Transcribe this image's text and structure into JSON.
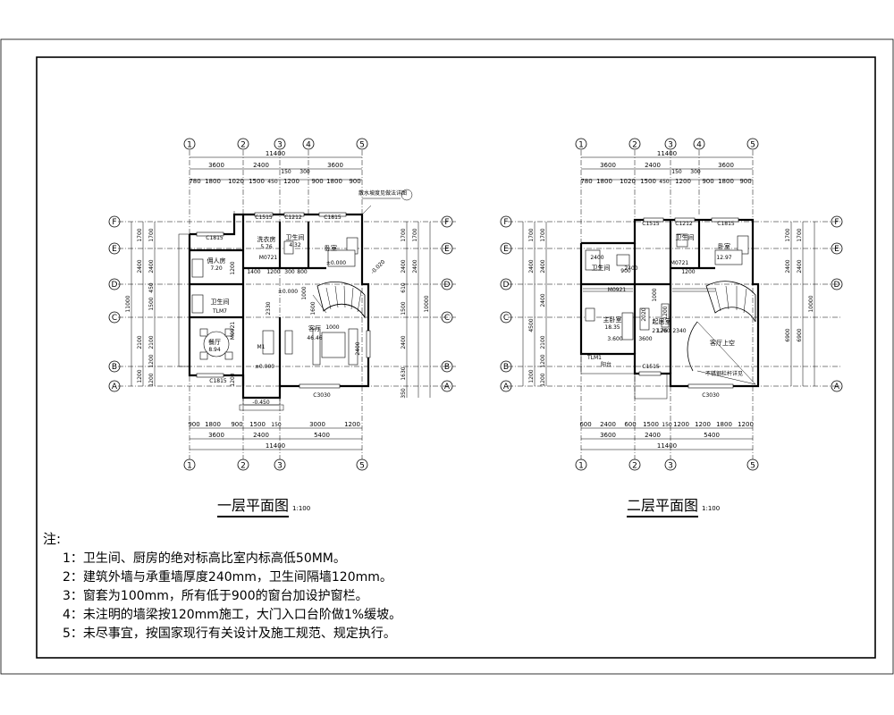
{
  "plan1": {
    "title": "一层平面图",
    "scale": "1:100",
    "grid_top": [
      "1",
      "2",
      "3",
      "4",
      "5"
    ],
    "grid_bottom": [
      "1",
      "2",
      "3",
      "5"
    ],
    "grid_rows": [
      "F",
      "E",
      "D",
      "C",
      "B",
      "A"
    ],
    "dim_total": "11400",
    "dim_top_major": [
      "3600",
      "2400",
      "3600"
    ],
    "dim_top_minor": [
      "780",
      "1800",
      "1020",
      "1500",
      "450",
      "1200",
      "900",
      "1800",
      "900"
    ],
    "dim_top_tiny": [
      "150",
      "300"
    ],
    "dim_bottom_minor": [
      "900",
      "1800",
      "900",
      "1500",
      "150",
      "3000",
      "1200"
    ],
    "dim_bottom_major": [
      "3600",
      "2400",
      "5400"
    ],
    "dim_left": [
      "1700",
      "2400",
      "2100",
      "1200"
    ],
    "dim_left2": [
      "1700",
      "2400",
      "450",
      "1500",
      "2100",
      "1200",
      "1200"
    ],
    "dim_left_total": "11000",
    "dim_right": [
      "1700",
      "2400",
      "610",
      "1500",
      "2400",
      "1630",
      "350"
    ],
    "dim_right_total": "10000",
    "rooms": [
      {
        "name": "洗衣房",
        "sub": "5.76"
      },
      {
        "name": "卫生间",
        "sub": "4.32"
      },
      {
        "name": "卧室",
        "sub": "±0.000"
      },
      {
        "name": "佣人房",
        "sub": "7.20"
      },
      {
        "name": "卫生间",
        "sub": ""
      },
      {
        "name": "餐厅",
        "sub": "8.94"
      },
      {
        "name": "客厅",
        "sub": "46.46"
      },
      {
        "name": "M1",
        "sub": "±0.000"
      }
    ],
    "labels": [
      "C1515",
      "C1212",
      "C1815",
      "C1815",
      "C1815",
      "C3030",
      "M0721",
      "M0921",
      "TLM7",
      "1400",
      "1200",
      "300",
      "800",
      "±0.000",
      "1000",
      "1600",
      "2330",
      "2400",
      "1000",
      "1200",
      "1200",
      "-0.450",
      "-0.020"
    ],
    "callout": "散水坡度见做法详图"
  },
  "plan2": {
    "title": "二层平面图",
    "scale": "1:100",
    "grid_top": [
      "1",
      "2",
      "3",
      "4",
      "5"
    ],
    "grid_bottom": [
      "1",
      "2",
      "3",
      "5"
    ],
    "grid_rows": [
      "F",
      "E",
      "D",
      "C",
      "B",
      "A"
    ],
    "dim_total": "11400",
    "dim_top_major": [
      "3600",
      "2400",
      "3600"
    ],
    "dim_top_minor": [
      "780",
      "1800",
      "1020",
      "1500",
      "450",
      "1200",
      "900",
      "1800",
      "900"
    ],
    "dim_top_tiny": [
      "150",
      "300"
    ],
    "dim_bottom_minor": [
      "600",
      "2400",
      "600",
      "1500",
      "150",
      "1200",
      "1200",
      "1800",
      "1200"
    ],
    "dim_bottom_major": [
      "3600",
      "2400",
      "5400"
    ],
    "dim_left": [
      "1700",
      "2400",
      "4500",
      "1200"
    ],
    "dim_left2": [
      "1700",
      "2400",
      "2400",
      "2100",
      "1200",
      "1200"
    ],
    "dim_right": [
      "1700",
      "2400",
      "6900"
    ],
    "dim_right_total": "10000",
    "rooms": [
      {
        "name": "主卧室",
        "sub": "18.35"
      },
      {
        "name": "起居室",
        "sub": "21.76"
      },
      {
        "name": "卫生间",
        "sub": "3.600"
      },
      {
        "name": "卧室",
        "sub": "12.97"
      },
      {
        "name": "卫生间",
        "sub": ""
      },
      {
        "name": "阳台",
        "sub": ""
      },
      {
        "name": "客厅上空",
        "sub": ""
      }
    ],
    "labels": [
      "C1515",
      "C1212",
      "C1815",
      "C1515",
      "C3030",
      "M0921",
      "M0721",
      "TLM1",
      "2400",
      "2400",
      "3600",
      "1200",
      "2340",
      "1000",
      "1200",
      "2020",
      "1200",
      "900"
    ],
    "callout": "不锈钢栏杆详见"
  },
  "notes": {
    "heading": "注:",
    "items": [
      "1：卫生间、厨房的绝对标高比室内标高低50MM。",
      "2：建筑外墙与承重墙厚度240mm，卫生间隔墙120mm。",
      "3：窗套为100mm，所有低于900的窗台加设护窗栏。",
      "4：未注明的墙梁按120mm施工，大门入口台阶做1%缓坡。",
      "5：未尽事宜，按国家现行有关设计及施工规范、规定执行。"
    ]
  }
}
